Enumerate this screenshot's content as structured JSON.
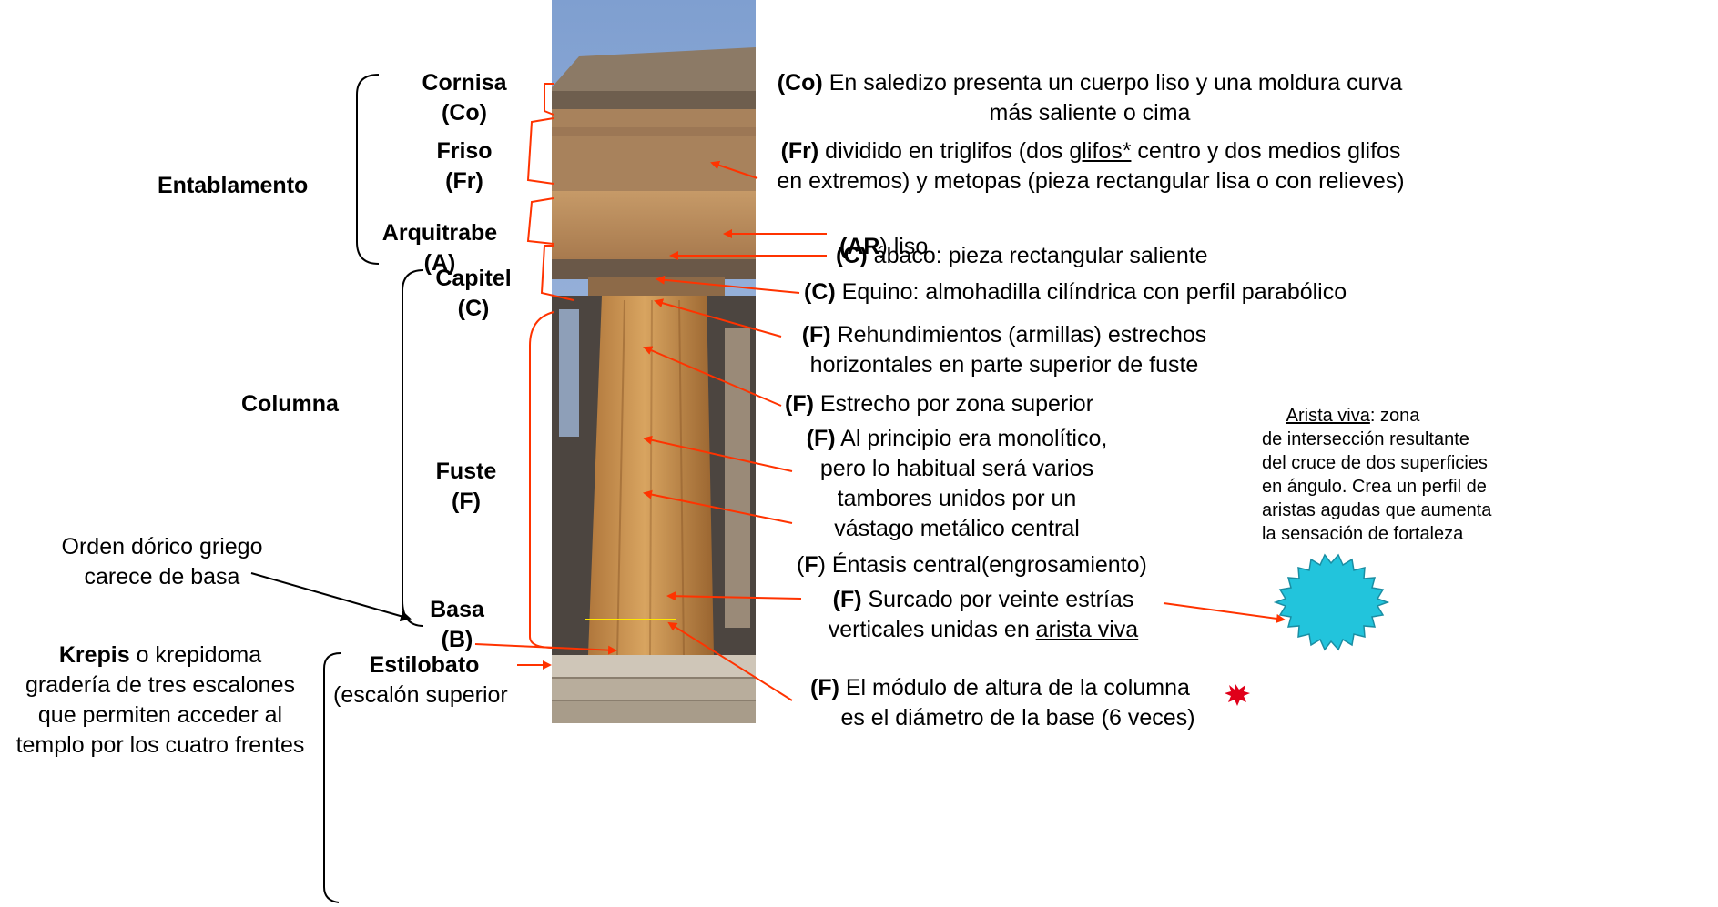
{
  "labels": {
    "entablamento": "Entablamento",
    "columna": "Columna",
    "cornisa": "Cornisa",
    "co": "(Co)",
    "friso": "Friso",
    "fr": "(Fr)",
    "arquitrabe": "Arquitrabe",
    "a": "(A)",
    "capitel": "Capitel",
    "c": "(C)",
    "fuste": "Fuste",
    "f": "(F)",
    "basa": "Basa",
    "b": "(B)",
    "estilobato": "Estilobato",
    "estilobato_sub": "(escalón superior",
    "doric_line1": "Orden dórico griego",
    "doric_line2": "carece de basa",
    "krepis_bold": "Krepis",
    "krepis_line1_rest": " o krepidoma",
    "krepis_line2": "gradería de tres escalones",
    "krepis_line3": "que permiten acceder al",
    "krepis_line4": "templo por los cuatro frentes"
  },
  "descriptions": {
    "cornisa_tag": "(Co)",
    "cornisa_line1": " En saledizo presenta un cuerpo liso y una moldura curva",
    "cornisa_line2": "más saliente o cima",
    "friso_tag": "(Fr)",
    "friso_line1_a": " dividido en triglifos (dos ",
    "friso_line1_link": "glifos*",
    "friso_line1_b": " centro y dos medios glifos",
    "friso_line2": "en extremos) y metopas (pieza rectangular lisa o con relieves)",
    "ar_open": "(",
    "ar_tag": "AR",
    "ar_text": ") liso",
    "abaco_tag": "(C)",
    "abaco_text": " ábaco: pieza rectangular saliente",
    "equino_tag": "(C)",
    "equino_text": " Equino: almohadilla cilíndrica con perfil parabólico",
    "rehund_tag": "(F)",
    "rehund_line1": " Rehundimientos (armillas) estrechos",
    "rehund_line2": "horizontales en parte superior de fuste",
    "estrecho_tag": "(F)",
    "estrecho_text": " Estrecho por zona superior",
    "mono_tag": "(F)",
    "mono_line1": " Al principio era monolítico,",
    "mono_line2": "pero lo habitual será varios",
    "mono_line3": "tambores unidos por un",
    "mono_line4": "vástago metálico central",
    "entasis_tag": "F",
    "entasis_open": "(",
    "entasis_text": ") Éntasis central(engrosamiento)",
    "surcado_tag": "(F)",
    "surcado_line1": " Surcado por veinte estrías",
    "surcado_line2_a": "verticales unidas en ",
    "surcado_line2_link": "arista viva",
    "modulo_tag": "(F)",
    "modulo_line1": " El módulo de altura de la columna",
    "modulo_line2": "es el diámetro de la base (6 veces)"
  },
  "arista_note": {
    "title": "Arista viva",
    "line1_rest": ": zona",
    "line2": "de intersección resultante",
    "line3": "del cruce de dos superficies",
    "line4": "en ángulo. Crea un perfil de",
    "line5": "aristas agudas que aumenta",
    "line6": "la sensación de fortaleza"
  },
  "colors": {
    "arrow": "#ff3300",
    "bracket": "#ff3300",
    "star": "#e0001a",
    "badge": "#22c4dc"
  }
}
